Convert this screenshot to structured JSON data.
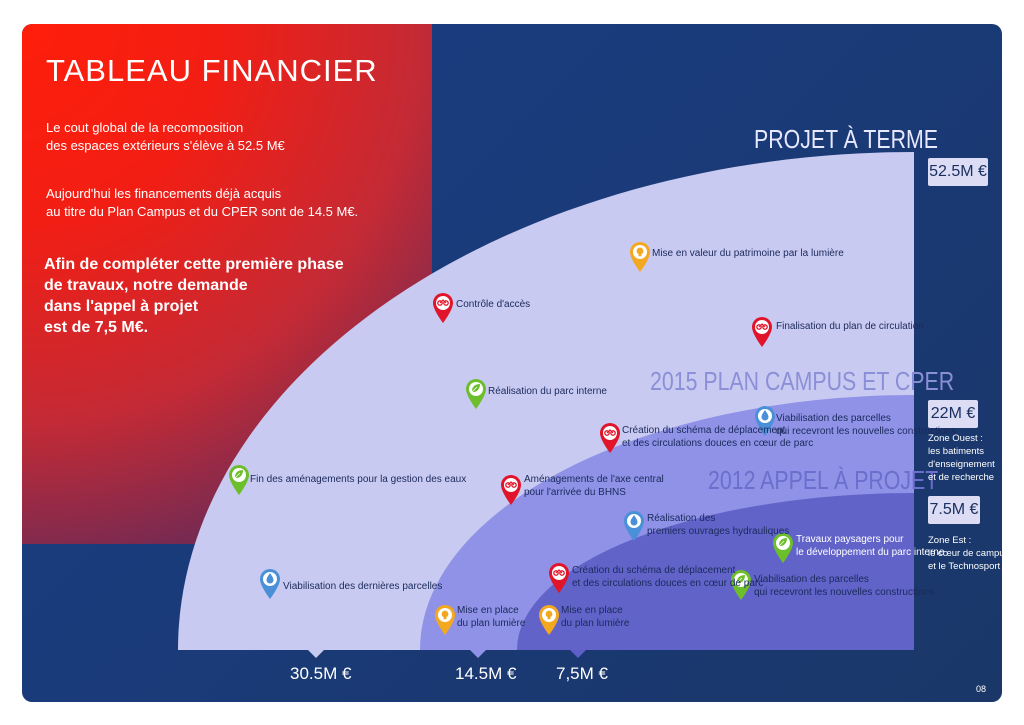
{
  "title": "TABLEAU FINANCIER",
  "intro": {
    "p1_line1": "Le cout global de la recomposition",
    "p1_line2": "des espaces extérieurs s'élève à 52.5 M€",
    "p2_line1": "Aujourd'hui les financements déjà acquis",
    "p2_line2": "au titre du Plan Campus et du CPER sont de 14.5 M€.",
    "p3_line1": "Afin de compléter cette première phase",
    "p3_line2": "de travaux, notre demande",
    "p3_line3": "dans l'appel à projet",
    "p3_line4": "est de 7,5 M€."
  },
  "levels": {
    "terme": "PROJET À TERME",
    "campus": "2015 PLAN CAMPUS ET CPER",
    "appel": "2012 APPEL À PROJET"
  },
  "amounts": {
    "terme": "52.5M €",
    "campus": "22M €",
    "appel": "7.5M €"
  },
  "zones": {
    "ouest": [
      "Zone Ouest :",
      "les batiments",
      "d'enseignement",
      "et de recherche"
    ],
    "est": [
      "Zone Est :",
      "le cœur de campus",
      "et le Technosport"
    ]
  },
  "bottom": {
    "terme": "30.5M €",
    "campus": "14.5M €",
    "appel": "7,5M €"
  },
  "items": {
    "lumiere_patrimoine": "Mise en valeur du patrimoine par la lumière",
    "controle": "Contrôle d'accès",
    "finalisation": "Finalisation du plan de circulation",
    "parc_interne": "Réalisation du parc interne",
    "eaux": "Fin des aménagements pour la gestion des eaux",
    "dernieres_parcelles": "Viabilisation des dernières parcelles",
    "schema_ouest_1": "Création du schéma de déplacement",
    "schema_ouest_2": "et des circulations douces en cœur de parc",
    "viab_ouest_1": "Viabilisation des parcelles",
    "viab_ouest_2": "qui recevront les nouvelles constructions",
    "axe_1": "Aménagements de l'axe central",
    "axe_2": "pour l'arrivée du BHNS",
    "lumiere_ouest_1": "Mise en place",
    "lumiere_ouest_2": "du plan lumière",
    "hydrau_1": "Réalisation des",
    "hydrau_2": "premiers ouvrages hydrauliques",
    "paysagers_1": "Travaux paysagers pour",
    "paysagers_2": "le développement du parc interne",
    "schema_est_1": "Création du schéma de déplacement",
    "schema_est_2": "et des circulations douces en cœur de parc",
    "viab_est_1": "Viabilisation des parcelles",
    "viab_est_2": "qui recevront les nouvelles constructions",
    "lumiere_est_1": "Mise en place",
    "lumiere_est_2": "du plan lumière"
  },
  "page_number": "08",
  "colors": {
    "red_pin": "#e0142a",
    "yellow_pin": "#f4a820",
    "green_pin": "#6cbf2a",
    "blue_pin": "#4a90d8",
    "fan_outer": "#c9caf1",
    "fan_mid": "#8f92e6",
    "fan_inner": "#5d5fc6"
  }
}
